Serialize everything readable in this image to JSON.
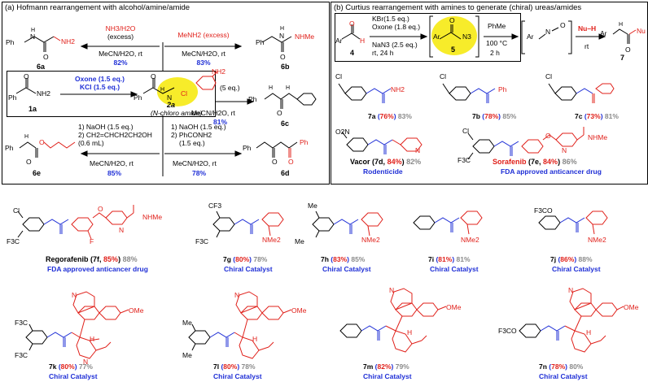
{
  "panel_a": {
    "title": "(a) Hofmann rearrangement with alcohol/amine/amide",
    "reagents_main": [
      "Oxone (1.5 eq.)",
      "KCl (1.5 eq.)"
    ],
    "intermediate_label": "2a",
    "intermediate_name": "(N-chloro amide)",
    "start_label": "1a",
    "products": {
      "6a": {
        "label": "6a",
        "reagents": [
          "NH3/H2O",
          "(excess)",
          "MeCN/H2O, rt"
        ],
        "yield": "82%"
      },
      "6b": {
        "label": "6b",
        "reagents": [
          "MeNH2 (excess)",
          "MeCN/H2O, rt"
        ],
        "yield": "83%"
      },
      "6c": {
        "label": "6c",
        "reagents": [
          "(5 eq.)",
          "MeCN/H2O, rt"
        ],
        "yield": "81%"
      },
      "6d": {
        "label": "6d",
        "reagents": [
          "1) NaOH (1.5 eq.)",
          "2) PhCONH2",
          "(1.5 eq.)",
          "MeCN/H2O, rt"
        ],
        "yield": "78%"
      },
      "6e": {
        "label": "6e",
        "reagents": [
          "1) NaOH (1.5 eq.)",
          "2) CH2=CHCH2CH2OH",
          "(0.6 mL)",
          "MeCN/H2O, rt"
        ],
        "yield": "85%"
      }
    }
  },
  "panel_b": {
    "title": "(b) Curtius rearrangement with amines to generate (chiral) ureas/amides",
    "reagents": [
      "KBr(1.5 eq.)",
      "Oxone (1.8 eq.)",
      "NaN3 (2.5 eq.)",
      "rt, 24 h"
    ],
    "step2": [
      "PhMe",
      "100 °C",
      "2 h"
    ],
    "step3": [
      "Nu–H",
      "rt"
    ],
    "labels": {
      "start": "4",
      "azide": "5",
      "product": "7"
    }
  },
  "compounds": [
    {
      "id": "7a",
      "name": "7a",
      "yield": "76%",
      "yield2": "83%"
    },
    {
      "id": "7b",
      "name": "7b",
      "yield": "78%",
      "yield2": "85%"
    },
    {
      "id": "7c",
      "name": "7c",
      "yield": "73%",
      "yield2": "81%"
    },
    {
      "id": "7d",
      "name": "Vacor",
      "code": "7d",
      "yield": "84%",
      "yield2": "82%",
      "note": "Rodenticide"
    },
    {
      "id": "7e",
      "name": "Sorafenib",
      "code": "7e",
      "yield": "84%",
      "yield2": "86%",
      "note": "FDA approved anticancer drug"
    },
    {
      "id": "7f",
      "name": "Regorafenib",
      "code": "7f",
      "yield": "85%",
      "yield2": "88%",
      "note": "FDA approved anticancer drug"
    },
    {
      "id": "7g",
      "name": "7g",
      "yield": "80%",
      "yield2": "78%",
      "note": "Chiral Catalyst"
    },
    {
      "id": "7h",
      "name": "7h",
      "yield": "83%",
      "yield2": "85%",
      "note": "Chiral Catalyst"
    },
    {
      "id": "7i",
      "name": "7i",
      "yield": "81%",
      "yield2": "81%",
      "note": "Chiral Catalyst"
    },
    {
      "id": "7j",
      "name": "7j",
      "yield": "86%",
      "yield2": "88%",
      "note": "Chiral Catalyst"
    },
    {
      "id": "7k",
      "name": "7k",
      "yield": "80%",
      "yield2": "77%",
      "note": "Chiral Catalyst"
    },
    {
      "id": "7l",
      "name": "7l",
      "yield": "80%",
      "yield2": "78%",
      "note": "Chiral Catalyst"
    },
    {
      "id": "7m",
      "name": "7m",
      "yield": "82%",
      "yield2": "79%",
      "note": "Chiral Catalyst"
    },
    {
      "id": "7n",
      "name": "7n",
      "yield": "78%",
      "yield2": "80%",
      "note": "Chiral Catalyst"
    }
  ],
  "atoms": {
    "Ph": "Ph",
    "NH2": "NH2",
    "NHMe": "NHMe",
    "H": "H",
    "N": "N",
    "O": "O",
    "Cl": "Cl",
    "F": "F",
    "CF3": "CF3",
    "F3C": "F3C",
    "F3CO": "F3CO",
    "Me": "Me",
    "NMe2": "NMe2",
    "OMe": "OMe",
    "O2N": "O2N",
    "Ar": "Ar",
    "N3": "N3",
    "Nu": "Nu"
  },
  "colors": {
    "accent_red": "#e0201a",
    "accent_blue": "#1f2fd6",
    "highlight": "#f7ec2a",
    "gray": "#8a8a8a"
  }
}
